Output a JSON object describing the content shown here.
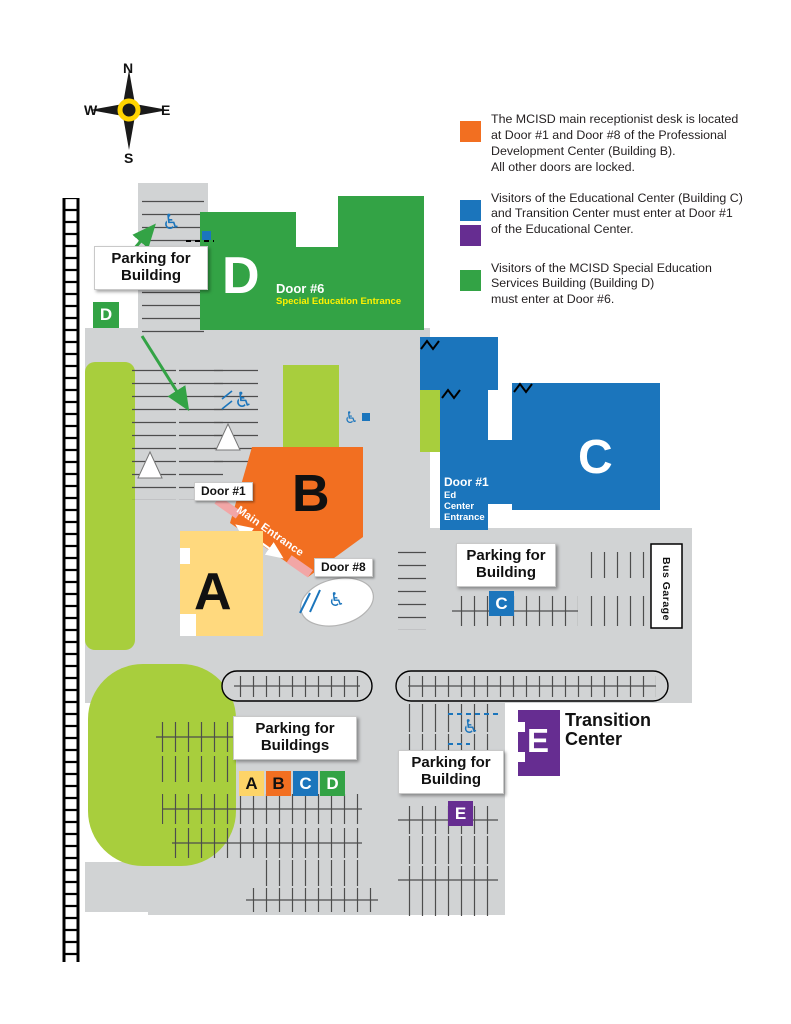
{
  "colors": {
    "orange": "#f26f21",
    "blue": "#1b75bc",
    "purple": "#662d91",
    "green": "#33a345",
    "lime": "#a8ce3d",
    "yellow": "#fdd468",
    "paleyellow": "#ffd97e",
    "gray": "#d1d3d4",
    "pink": "#f2a6a6",
    "doorsub": "#fff200"
  },
  "compass": {
    "n": "N",
    "e": "E",
    "s": "S",
    "w": "W"
  },
  "legend": {
    "items": [
      {
        "text": "The MCISD main receptionist desk is located\nat Door #1 and Door #8 of the Professional\nDevelopment Center (Building B).\nAll other doors are locked."
      },
      {
        "text": "Visitors of the Educational Center (Building C)\nand Transition Center must enter at Door #1\nof the Educational Center."
      },
      {
        "text": "Visitors of the MCISD Special Education\nServices Building (Building D)\nmust enter at Door #6."
      }
    ]
  },
  "map": {
    "building_d_letter": "D",
    "door6_title": "Door #6",
    "door6_sub": "Special Education Entrance",
    "parking_d_label": "Parking for Building",
    "parking_d_badge": "D",
    "building_b_letter": "B",
    "door1_b": "Door #1",
    "main_entrance": "Main Entrance",
    "door8": "Door #8",
    "building_a_letter": "A",
    "building_c_letter": "C",
    "door1_c_title": "Door #1",
    "door1_c_sub": "Ed Center Entrance",
    "parking_c_label": "Parking for Building",
    "parking_c_badge": "C",
    "bus_garage": "Bus Garage",
    "parking_abcd_label": "Parking for Buildings",
    "abcd_badges": [
      "A",
      "B",
      "C",
      "D"
    ],
    "parking_e_label": "Parking for Building",
    "parking_e_badge": "E",
    "building_e_letter": "E",
    "transition_center": "Transition Center"
  }
}
